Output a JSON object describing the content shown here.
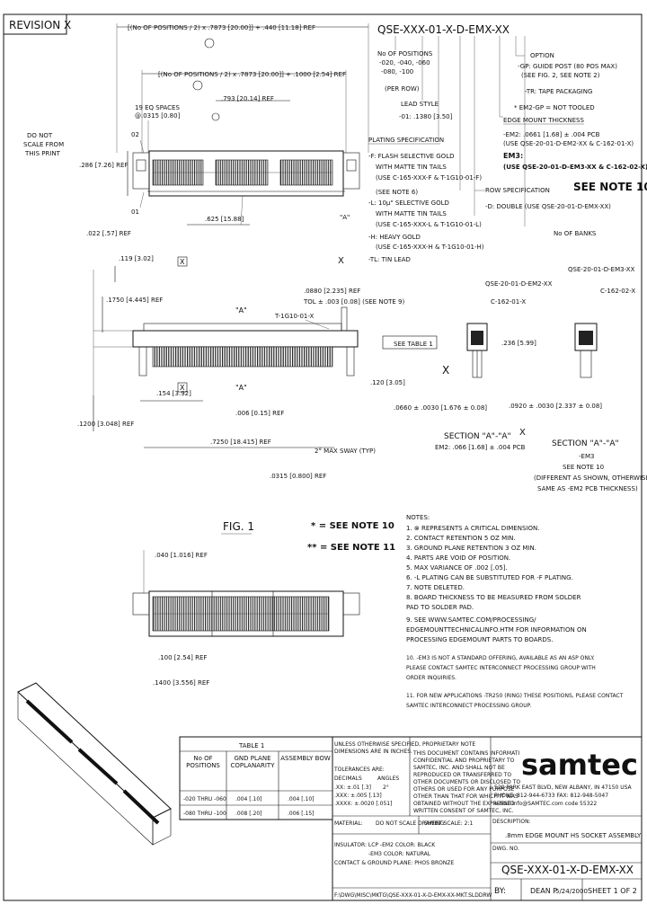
{
  "header": {
    "revision": "REVISION X",
    "part_template": "QSE-XXX-01-X-D-EMX-XX",
    "do_not_scale": [
      "DO NOT",
      "SCALE FROM",
      "THIS PRINT"
    ]
  },
  "dimensions": {
    "overall": "[(No OF POSITIONS / 2) x .7873 [20.00]] + .440 [11.18] REF",
    "positions": "[(No OF POSITIONS / 2) x .7873 [20.00]] + .1000 [2.54] REF",
    "eq_spaces": "19 EQ SPACES",
    "eq_pitch": "@.0315 [0.80]",
    "d_793": ".793 [20.14] REF",
    "c2": "02",
    "c1": "01",
    "h_286": ".286 [7.26] REF",
    "d_625": ".625 [15.88]",
    "d_022": ".022 [.57] REF",
    "d_119": ".119 [3.02]",
    "d_1750": ".1750 [4.445] REF",
    "d_0880": ".0880 [2.235] REF",
    "d_154": ".154 [3.92]",
    "d_006": ".006 [0.15] REF",
    "d_1200": ".1200 [3.048] REF",
    "d_7250": ".7250 [18.415] REF",
    "d_0315": ".0315 [0.800] REF",
    "d_120": ".120 [3.05]",
    "d_0660": ".0660 ± .0030 [1.676 ± 0.08]",
    "d_0920": ".0920 ± .0030 [2.337 ± 0.08]",
    "d_236": ".236 [5.99]",
    "sway": "2° MAX SWAY (TYP)",
    "tol_label": "TOL ± .003 [0.08] (SEE NOTE 9)",
    "see_table": "SEE TABLE 1",
    "d_040": ".040 [1.016] REF",
    "d_100": ".100 [2.54] REF",
    "d_1400": ".1400 [3.556] REF"
  },
  "callouts": {
    "option_title": "OPTION",
    "option_gp": "-GP: GUIDE POST (80 POS MAX)",
    "option_gp2": "(SEE FIG. 2, SEE NOTE 2)",
    "option_tr": "-TR: TAPE PACKAGING",
    "option_em2gp": "* EM2-GP = NOT TOOLED",
    "no_positions": [
      "No OF POSITIONS",
      "-020, -040, -060",
      "-080, -100",
      "(PER ROW)"
    ],
    "lead_style": [
      "LEAD STYLE",
      "-01: .1380 [3.50]"
    ],
    "plating_title": "PLATING SPECIFICATION",
    "plating_lines": [
      "-F: FLASH SELECTIVE GOLD",
      "WITH MATTE TIN TAILS",
      "(USE C-165-XXX-F & T-1G10-01-F)",
      "(SEE NOTE 6)",
      "-L: 10μ\" SELECTIVE GOLD",
      "WITH MATTE TIN TAILS",
      "(USE C-165-XXX-L & T-1G10-01-L)",
      "-H: HEAVY GOLD",
      "(USE C-165-XXX-H & T-1G10-01-H)",
      "-TL: TIN LEAD"
    ],
    "edge_title": "EDGE MOUNT THICKNESS",
    "edge_lines": [
      "-EM2: .0661 [1.68] ± .004 PCB",
      "(USE QSE-20-01-D-EM2-XX & C-162-01-X)"
    ],
    "em3_label": "EM3:",
    "em3_use": "(USE QSE-20-01-D-EM3-XX & C-162-02-X)",
    "see_note_10": "SEE NOTE 10",
    "row_spec": [
      "ROW SPECIFICATION",
      "-D: DOUBLE (USE QSE-20-01-D-EMX-XX)"
    ],
    "no_banks": "No OF BANKS",
    "t1g": "T-1G10-01-X",
    "marker_a": "\"A\"",
    "marker_x": "X",
    "em2_part": "QSE-20-01-D-EM2-XX",
    "em3_part": "QSE-20-01-D-EM3-XX",
    "c162_01": "C-162-01-X",
    "c162_02": "C-162-02-X",
    "section_em2_title": "SECTION \"A\"-\"A\"",
    "section_em2_sub": "EM2: .066 [1.68] ± .004 PCB",
    "section_em3_title": "SECTION \"A\"-\"A\"",
    "section_em3_sub": [
      "-EM3",
      "SEE NOTE 10",
      "(DIFFERENT AS SHOWN, OTHERWISE",
      "SAME AS -EM2 PCB THICKNESS)"
    ],
    "fig1": "FIG. 1",
    "note_star": "* = SEE NOTE 10",
    "note_star2": "** = SEE NOTE 11"
  },
  "notes": {
    "title": "NOTES:",
    "items": [
      "1. ⊗ REPRESENTS A CRITICAL DIMENSION.",
      "2. CONTACT RETENTION 5 OZ MIN.",
      "3. GROUND PLANE RETENTION 3 OZ MIN.",
      "4. PARTS ARE VOID OF POSITION.",
      "5. MAX VARIANCE OF .002 [.05].",
      "6. -L PLATING CAN BE SUBSTITUTED FOR -F PLATING.",
      "7. NOTE DELETED.",
      "8. BOARD THICKNESS TO BE MEASURED FROM SOLDER",
      "   PAD TO SOLDER PAD.",
      "9. SEE WWW.SAMTEC.COM/PROCESSING/",
      "   EDGEMOUNTTECHNICALINFO.HTM FOR INFORMATION ON",
      "   PROCESSING EDGEMOUNT PARTS TO BOARDS.",
      "10. -EM3 IS NOT A STANDARD OFFERING, AVAILABLE AS AN ASP ONLY.",
      "    PLEASE CONTACT SAMTEC INTERCONNECT PROCESSING GROUP WITH",
      "    ORDER INQUIRIES.",
      "11. FOR NEW APPLICATIONS -TR250 (RING) THESE POSITIONS, PLEASE CONTACT",
      "    SAMTEC INTERCONNECT PROCESSING GROUP."
    ]
  },
  "table1": {
    "title": "TABLE 1",
    "headers": [
      "No OF POSITIONS",
      "GND PLANE COPLANARITY",
      "ASSEMBLY BOW"
    ],
    "rows": [
      [
        "-020 THRU -060",
        ".004 [.10]",
        ".004 [.10]"
      ],
      [
        "-080 THRU -100",
        ".008 [.20]",
        ".006 [.15]"
      ]
    ]
  },
  "title_block": {
    "tolerance_intro": [
      "UNLESS OTHERWISE SPECIFIED,",
      "DIMENSIONS ARE IN INCHES.",
      "TOLERANCES ARE:"
    ],
    "tol_col_decimals": "DECIMALS",
    "tol_col_angles": "ANGLES",
    "tol_values": [
      ".XX: ±.01 [.3]",
      ".XXX: ±.005 [.13]",
      ".XXXX: ±.0020 [.051]"
    ],
    "tol_angle": "2°",
    "proprietary_title": "PROPRIETARY NOTE",
    "proprietary_text": [
      "THIS DOCUMENT CONTAINS INFORMATION",
      "CONFIDENTIAL AND PROPRIETARY TO",
      "SAMTEC, INC. AND SHALL NOT BE",
      "REPRODUCED OR TRANSFERRED TO",
      "OTHER DOCUMENTS OR DISCLOSED TO",
      "OTHERS OR USED FOR ANY PURPOSE",
      "OTHER THAN THAT FOR WHICH IT WAS",
      "OBTAINED WITHOUT THE EXPRESSED",
      "WRITTEN CONSENT OF SAMTEC, INC."
    ],
    "logo": "samtec",
    "address": [
      "520 PARK EAST BLVD, NEW ALBANY, IN 47150 USA",
      "PHONE: 812-944-6733   FAX: 812-948-5047",
      "e-Mail info@SAMTEC.com   code 55322"
    ],
    "material_label": "MATERIAL:",
    "do_not_scale": "DO NOT SCALE DRAWING",
    "sheet_scale": "SHEET SCALE: 2:1",
    "insulator_lines": [
      "INSULATOR: LCP  -EM2 COLOR: BLACK",
      "-EM3 COLOR: NATURAL",
      "CONTACT & GROUND PLANE: PHOS BRONZE"
    ],
    "file_path": "F:\\DWG\\MISC\\MKTG\\QSE-XXX-01-X-D-EMX-XX-MKT.SLDDRW",
    "description_label": "DESCRIPTION:",
    "description": ".8mm EDGE MOUNT HS SOCKET ASSEMBLY",
    "dwg_label": "DWG. NO.",
    "dwg_no": "QSE-XXX-01-X-D-EMX-XX",
    "by_label": "BY:",
    "by": "DEAN P",
    "date": "5/24/2000",
    "sheet": "SHEET 1 OF 2"
  }
}
